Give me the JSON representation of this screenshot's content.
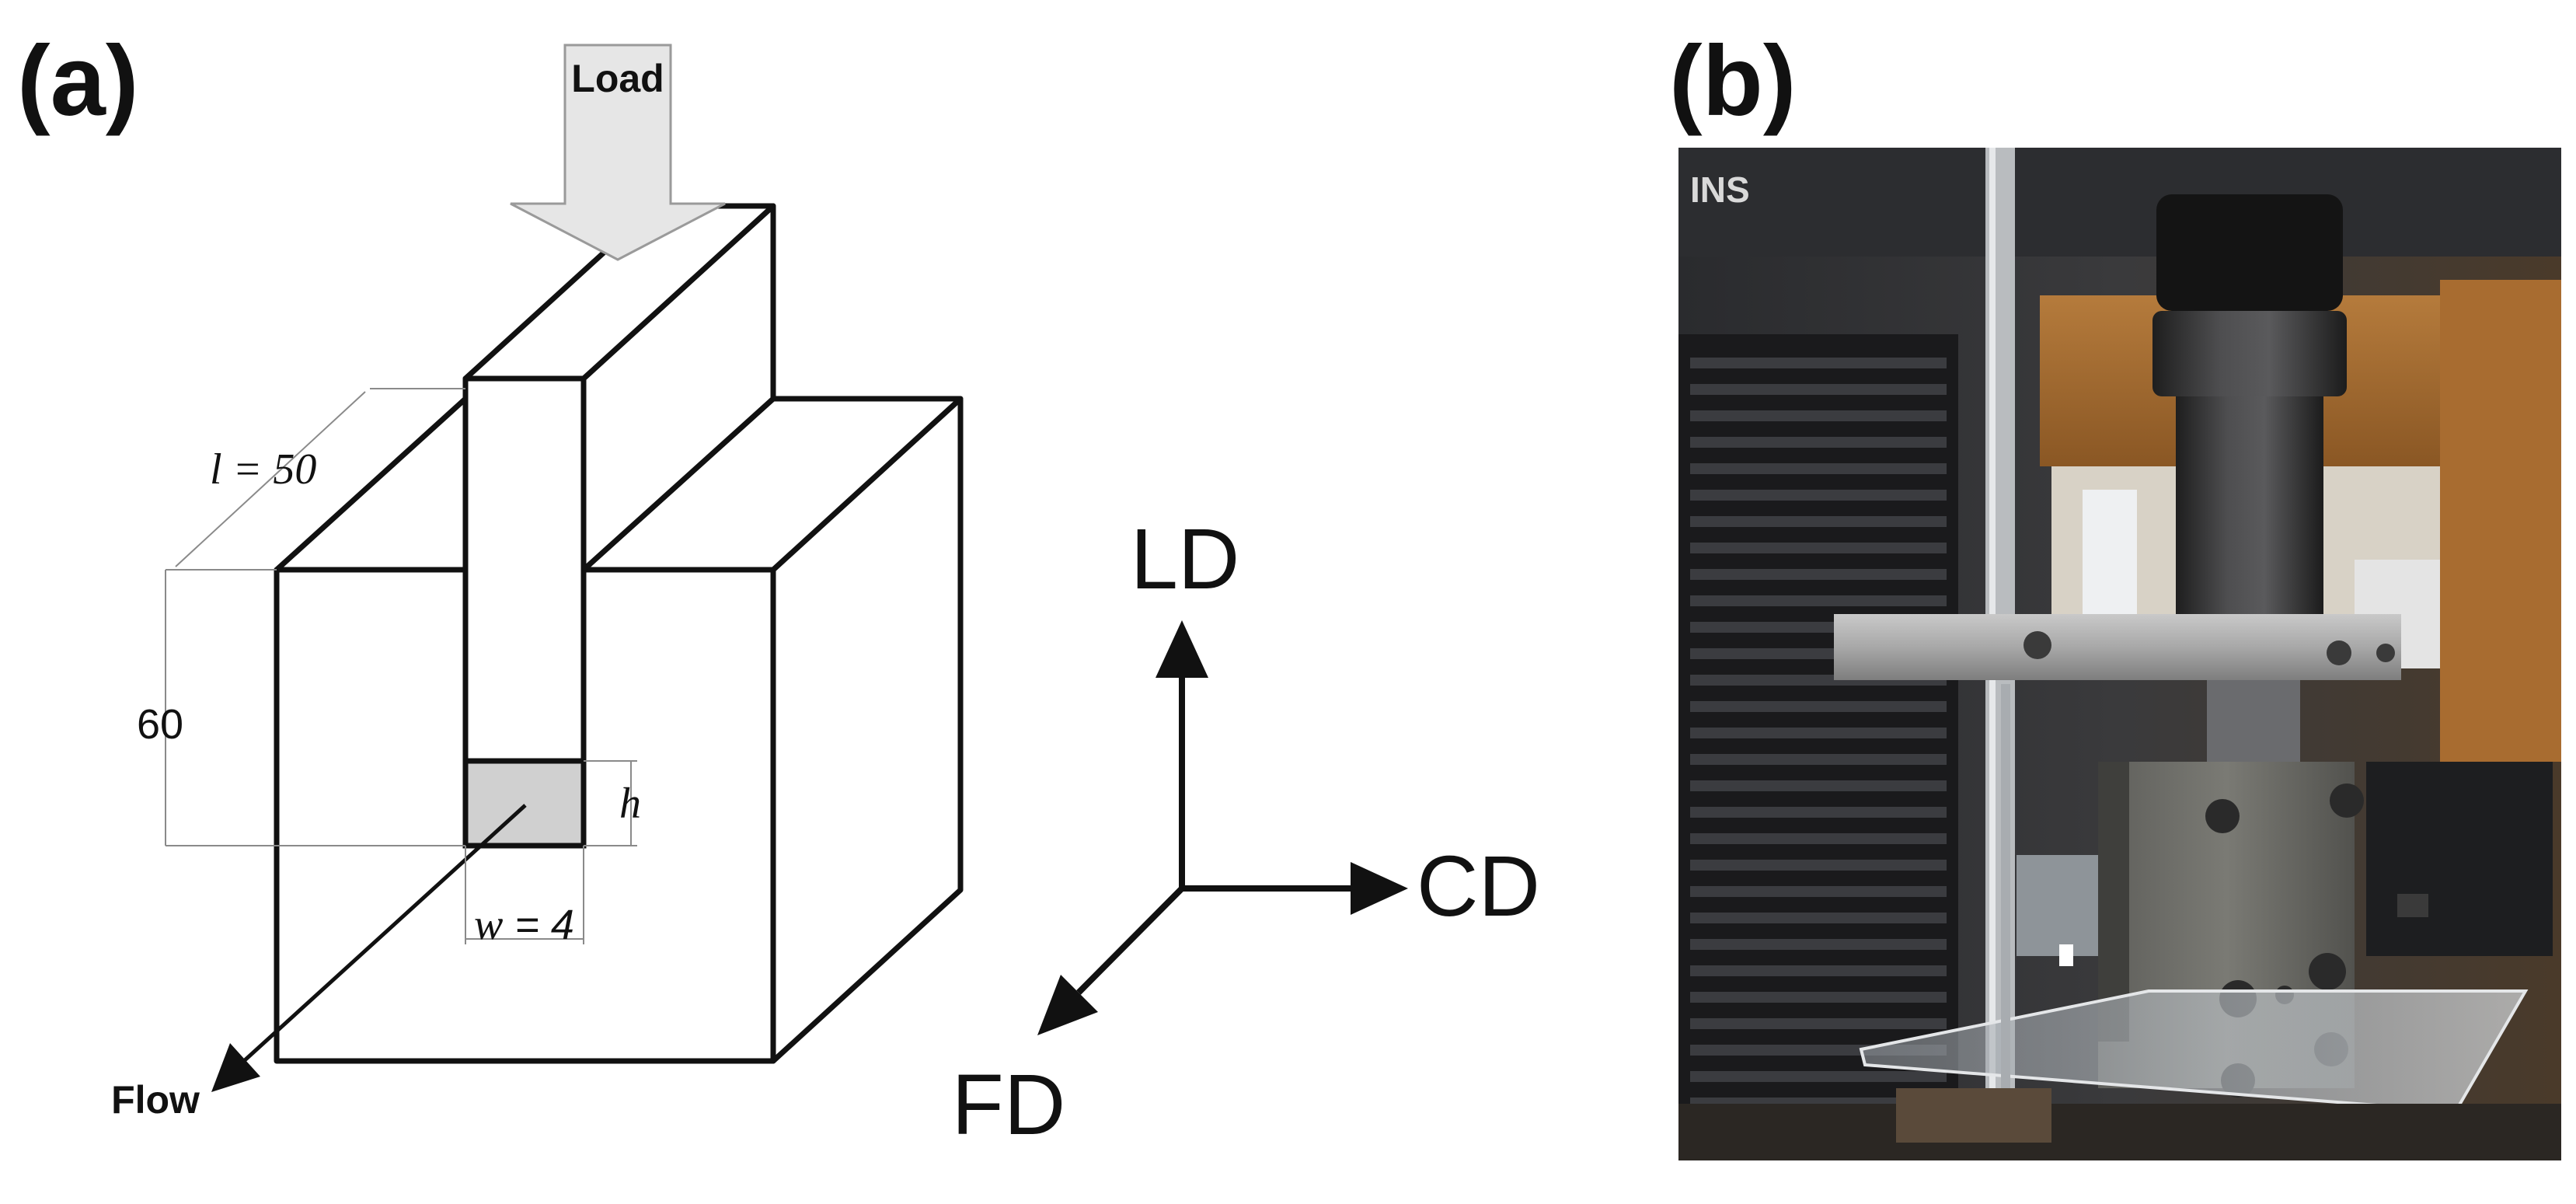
{
  "panels": {
    "a": {
      "label": "(a)"
    },
    "b": {
      "label": "(b)"
    }
  },
  "diagram": {
    "load_label": "Load",
    "flow_label": "Flow",
    "dimensions": {
      "length": "l = 50",
      "height": "60",
      "channel_height": "h",
      "width_var": "w",
      "width_value": " = 4"
    },
    "axes": {
      "ld": "LD",
      "cd": "CD",
      "fd": "FD"
    }
  },
  "photo": {
    "machine_brand": "INS"
  },
  "colors": {
    "line": "#111111",
    "dimension_line": "#8a8a8a",
    "load_arrow_fill": "#e6e6e6",
    "channel_section_fill": "#d0d0d0",
    "background": "#ffffff"
  }
}
